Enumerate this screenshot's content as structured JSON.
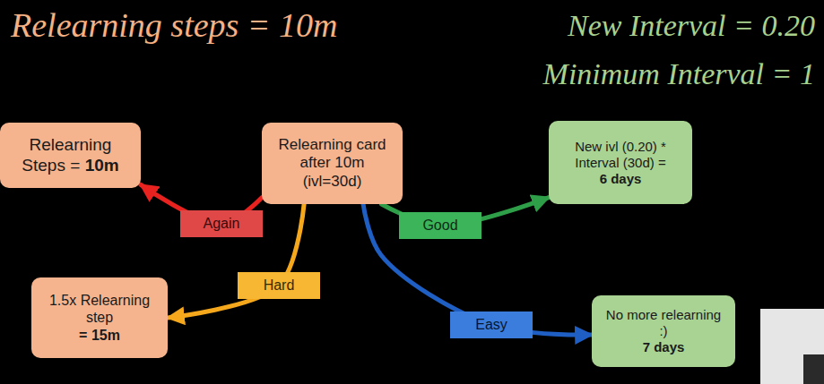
{
  "diagram": {
    "title": "Relearning steps = 10m",
    "nodes": [
      {
        "text": [
          "Relearning card after 10m (ivl=30d)"
        ]
      },
      {
        "text": [
          "Relearning Steps =",
          "10m"
        ]
      },
      {
        "text": [
          "1.5x Relearning step",
          "= 15m"
        ]
      },
      {
        "text": [
          "New ivl (0.20) * Interval (30d) =",
          "6 days"
        ]
      },
      {
        "text": [
          "No more relearning :)",
          "7 days"
        ]
      }
    ],
    "edges": [
      {
        "from": 0,
        "to": 1,
        "label": "Again",
        "arrow": "to"
      },
      {
        "from": 0,
        "to": 2,
        "label": "Hard",
        "arrow": "to"
      },
      {
        "from": 0,
        "to": 3,
        "label": "Good",
        "arrow": "to"
      },
      {
        "from": 0,
        "to": 4,
        "label": "Easy",
        "arrow": "to"
      }
    ],
    "labels": [
      "New Interval = 0.20",
      "Minimum Interval = 1"
    ]
  }
}
